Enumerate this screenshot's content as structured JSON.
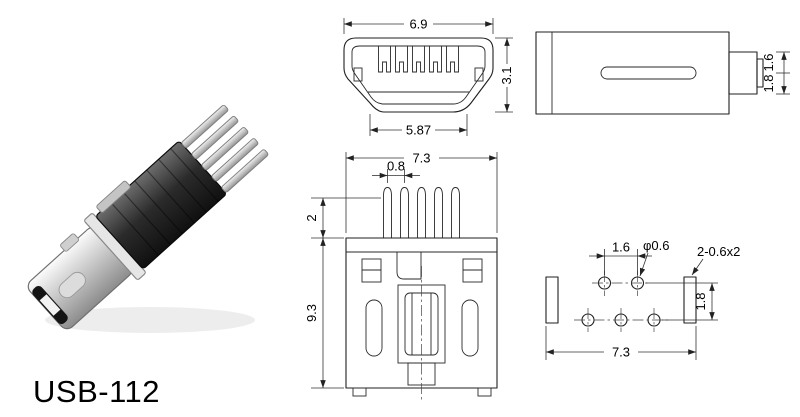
{
  "title": "USB-112",
  "views": {
    "plug_front": {
      "top_width": "6.9",
      "bottom_width": "5.87",
      "height": "3.1"
    },
    "plug_side": {
      "upper_thickness": "1.6",
      "lower_thickness": "1.8"
    },
    "receptacle_front": {
      "overall_width": "7.3",
      "pin_pitch": "0.8",
      "flange_height": "2",
      "body_height": "9.3"
    },
    "footprint": {
      "hole_pitch": "1.6",
      "hole_diameter": "φ0.6",
      "pad_spec": "2-0.6x2",
      "row_spacing": "1.8",
      "overall_width": "7.3"
    }
  }
}
